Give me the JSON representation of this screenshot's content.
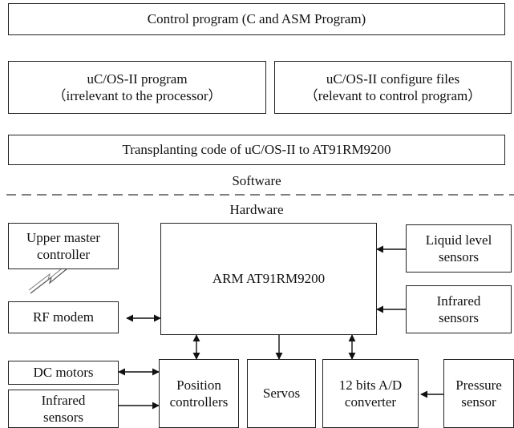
{
  "software": {
    "control_program": "Control program (C and ASM Program)",
    "ucos_program": {
      "line1": "uC/OS-II program",
      "line2": "（irrelevant to the processor）"
    },
    "ucos_config": {
      "line1": "uC/OS-II configure files",
      "line2": "（relevant to control program）"
    },
    "transplanting": "Transplanting code of uC/OS-II to AT91RM9200",
    "label": "Software"
  },
  "hardware": {
    "label": "Hardware",
    "upper_master": {
      "line1": "Upper master",
      "line2": "controller"
    },
    "rf_modem": "RF modem",
    "arm": "ARM AT91RM9200",
    "liquid_level": {
      "line1": "Liquid level",
      "line2": "sensors"
    },
    "infrared_right": {
      "line1": "Infrared",
      "line2": "sensors"
    },
    "dc_motors": "DC motors",
    "infrared_left": {
      "line1": "Infrared",
      "line2": "sensors"
    },
    "position_controllers": {
      "line1": "Position",
      "line2": "controllers"
    },
    "servos": "Servos",
    "ad_converter": {
      "line1": "12 bits A/D",
      "line2": "converter"
    },
    "pressure_sensor": {
      "line1": "Pressure",
      "line2": "sensor"
    }
  }
}
